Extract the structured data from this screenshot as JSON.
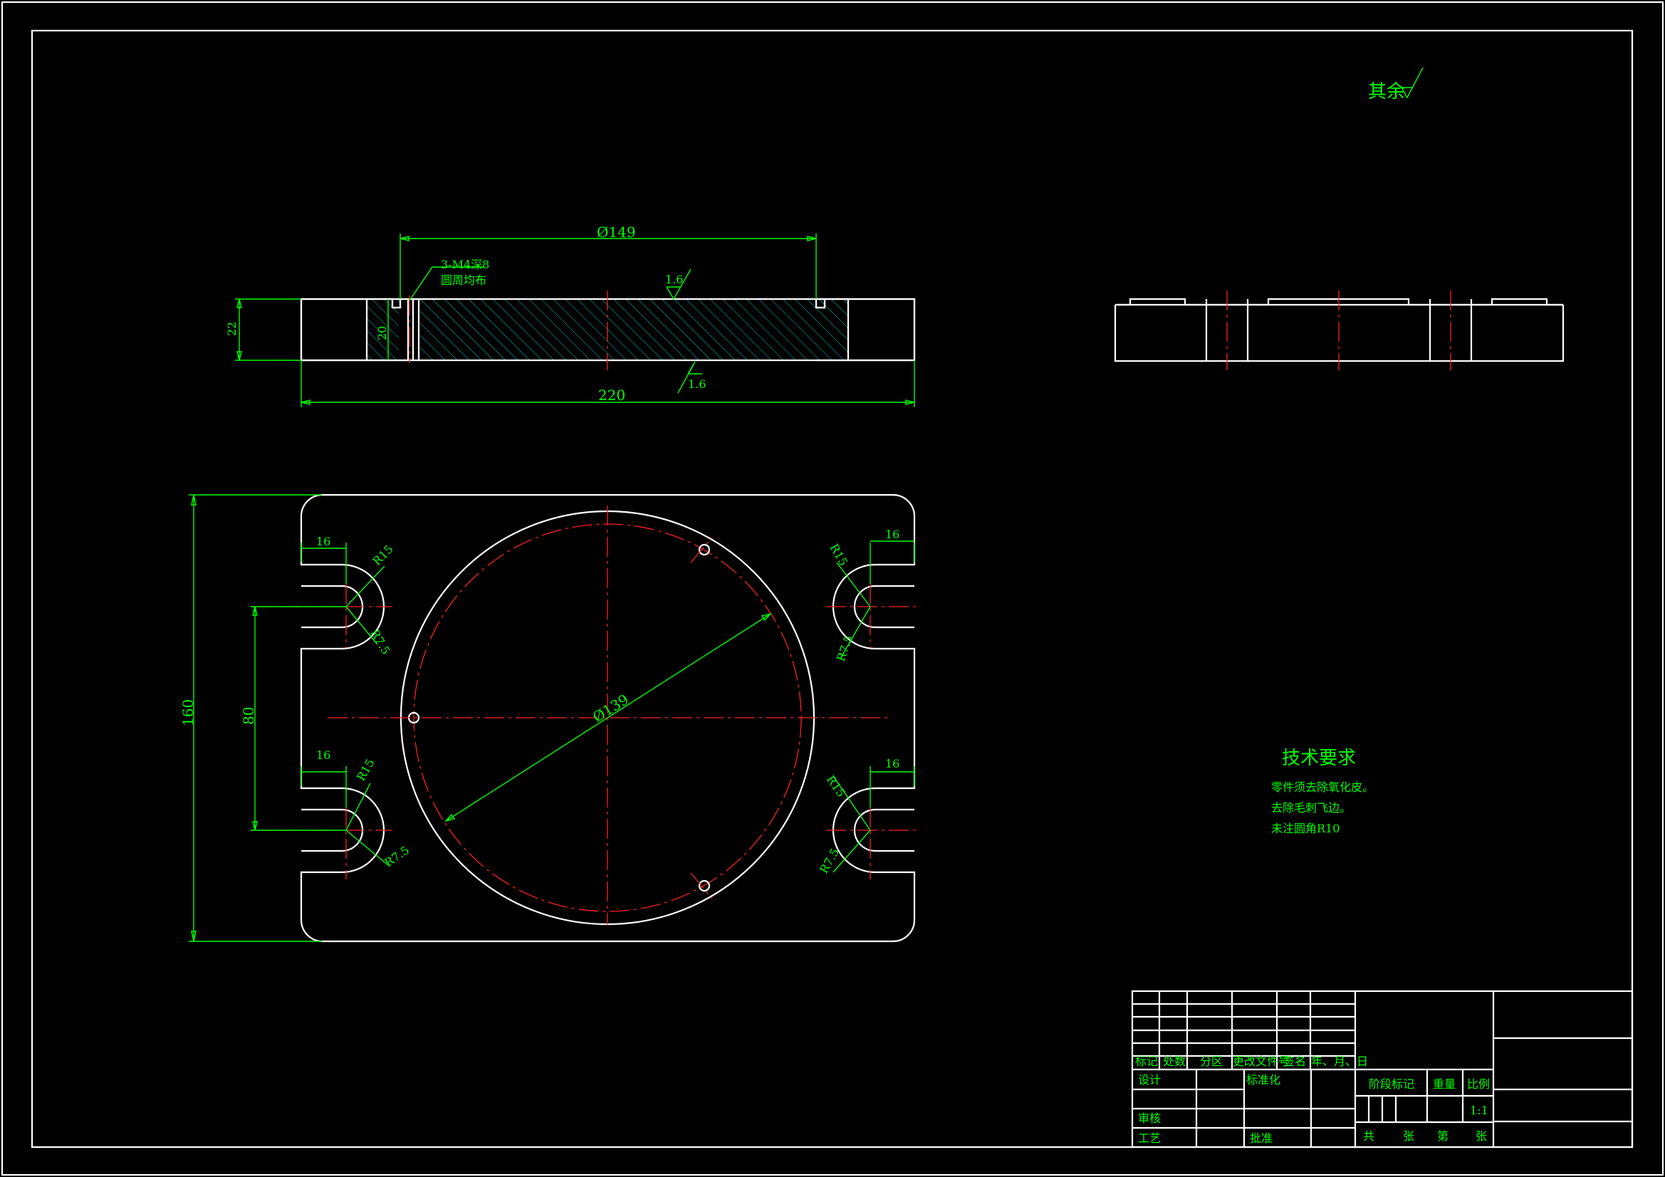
{
  "drawing": {
    "surface_note": "其余",
    "section_view": {
      "dims": {
        "bore_dia": "Ø149",
        "thread_note_1": "3-M4深8",
        "thread_note_2": "圆周均布",
        "thickness": "22",
        "inner_depth": "20",
        "overall_width": "220",
        "roughness_top": "1.6",
        "roughness_bottom": "1.6"
      }
    },
    "plan_view": {
      "dims": {
        "slot_width_tl": "16",
        "slot_width_bl": "16",
        "slot_width_tr": "16",
        "slot_width_br": "16",
        "radius_outer_tl": "R15",
        "radius_inner_tl": "R7.5",
        "radius_outer_bl": "R15",
        "radius_inner_bl": "R7.5",
        "radius_outer_tr": "R15",
        "radius_inner_tr": "R7.5",
        "radius_outer_br": "R15",
        "radius_inner_br": "R7.5",
        "height_overall": "160",
        "slot_pitch": "80",
        "circle_dia": "Ø139"
      }
    },
    "tech_req": {
      "title": "技术要求",
      "lines": [
        "零件须去除氧化皮。",
        "去除毛刺飞边。",
        "未注圆角R10"
      ]
    },
    "title_block": {
      "row_headers": [
        "标记",
        "处数",
        "分区",
        "更改文件号",
        "签名",
        "年、月、日"
      ],
      "design": "设计",
      "standardize": "标准化",
      "review": "审核",
      "process": "工艺",
      "approve": "批准",
      "stage_mark": "阶段标记",
      "weight": "重量",
      "ratio": "比例",
      "ratio_value": "1:1",
      "sheets_total": "共",
      "sheets_unit_1": "张",
      "sheet_no": "第",
      "sheets_unit_2": "张"
    }
  }
}
